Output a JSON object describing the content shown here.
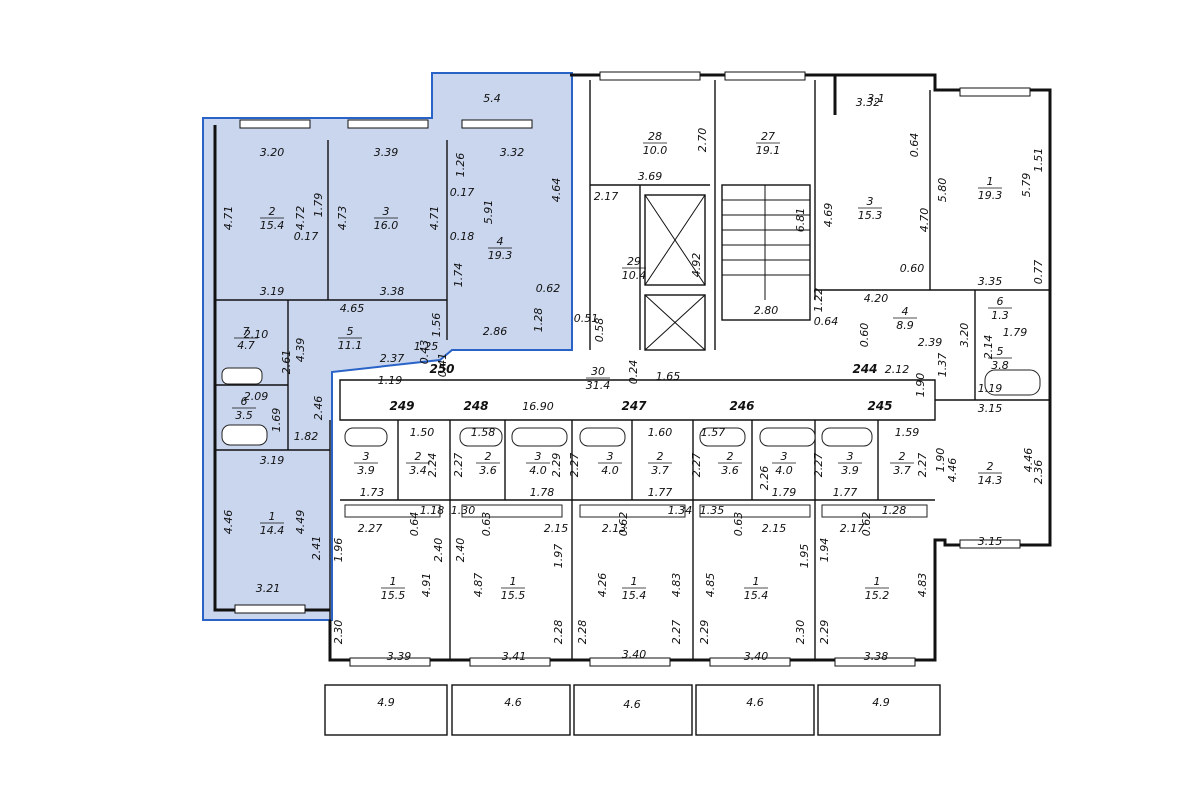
{
  "highlight_color": "#c9d6ee",
  "highlight_border": "#2a63c8",
  "apartments": [
    "250",
    "249",
    "248",
    "247",
    "246",
    "245",
    "244"
  ],
  "rooms": [
    {
      "n": "2",
      "a": "15.4"
    },
    {
      "n": "3",
      "a": "16.0"
    },
    {
      "n": "4",
      "a": "19.3"
    },
    {
      "n": "7",
      "a": "4.7"
    },
    {
      "n": "5",
      "a": "11.1"
    },
    {
      "n": "6",
      "a": "3.5"
    },
    {
      "n": "1",
      "a": "14.4"
    },
    {
      "n": "28",
      "a": "10.0"
    },
    {
      "n": "27",
      "a": "19.1"
    },
    {
      "n": "29",
      "a": "10.4"
    },
    {
      "n": "30",
      "a": "31.4"
    },
    {
      "n": "3",
      "a": "15.3"
    },
    {
      "n": "1",
      "a": "19.3"
    },
    {
      "n": "4",
      "a": "8.9"
    },
    {
      "n": "6",
      "a": "1.3"
    },
    {
      "n": "5",
      "a": "3.8"
    },
    {
      "n": "2",
      "a": "14.3"
    },
    {
      "n": "3",
      "a": "3.9"
    },
    {
      "n": "2",
      "a": "3.4"
    },
    {
      "n": "2",
      "a": "3.6"
    },
    {
      "n": "3",
      "a": "4.0"
    },
    {
      "n": "3",
      "a": "4.0"
    },
    {
      "n": "2",
      "a": "3.7"
    },
    {
      "n": "2",
      "a": "3.6"
    },
    {
      "n": "3",
      "a": "4.0"
    },
    {
      "n": "3",
      "a": "3.9"
    },
    {
      "n": "2",
      "a": "3.7"
    },
    {
      "n": "1",
      "a": "15.5"
    },
    {
      "n": "1",
      "a": "15.5"
    },
    {
      "n": "1",
      "a": "15.4"
    },
    {
      "n": "1",
      "a": "15.4"
    },
    {
      "n": "1",
      "a": "15.2"
    }
  ],
  "dims": [
    "3.20",
    "3.39",
    "3.32",
    "4.71",
    "4.72",
    "1.79",
    "0.17",
    "4.73",
    "4.71",
    "1.26",
    "0.17",
    "5.91",
    "0.18",
    "4.64",
    "1.74",
    "3.19",
    "3.38",
    "4.65",
    "0.62",
    "1.56",
    "2.86",
    "1.28",
    "2.10",
    "2.61",
    "4.39",
    "2.37",
    "0.43",
    "1.25",
    "0.41",
    "2.09",
    "2.46",
    "1.69",
    "1.82",
    "3.19",
    "4.46",
    "4.49",
    "2.41",
    "3.21",
    "3.69",
    "2.70",
    "4.92",
    "2.17",
    "6.81",
    "2.80",
    "0.51",
    "0.58",
    "0.24",
    "1.65",
    "1.19",
    "16.90",
    "3.1",
    "3.32",
    "0.64",
    "5.80",
    "5.79",
    "1.51",
    "4.69",
    "4.70",
    "0.60",
    "3.35",
    "0.77",
    "1.22",
    "4.20",
    "0.64",
    "0.60",
    "2.39",
    "3.20",
    "2.14",
    "1.79",
    "1.37",
    "2.12",
    "1.90",
    "1.19",
    "3.15",
    "1.90",
    "4.46",
    "4.46",
    "2.36",
    "3.15",
    "1.50",
    "1.58",
    "1.60",
    "1.57",
    "1.59",
    "2.24",
    "2.27",
    "2.27",
    "2.29",
    "2.27",
    "2.26",
    "2.27",
    "2.27",
    "1.73",
    "1.78",
    "1.77",
    "1.79",
    "1.77",
    "1.18",
    "1.30",
    "0.64",
    "0.63",
    "0.62",
    "1.34",
    "1.35",
    "0.63",
    "0.62",
    "1.28",
    "2.27",
    "2.15",
    "2.13",
    "2.15",
    "2.17",
    "1.96",
    "2.40",
    "4.91",
    "2.40",
    "4.87",
    "1.97",
    "4.26",
    "4.83",
    "4.85",
    "1.95",
    "1.94",
    "4.83",
    "2.30",
    "2.28",
    "2.28",
    "2.27",
    "2.29",
    "2.30",
    "2.29",
    "3.39",
    "3.41",
    "3.40",
    "3.40",
    "3.38",
    "4.9",
    "4.6",
    "4.6",
    "4.6",
    "4.9",
    "5.4"
  ]
}
